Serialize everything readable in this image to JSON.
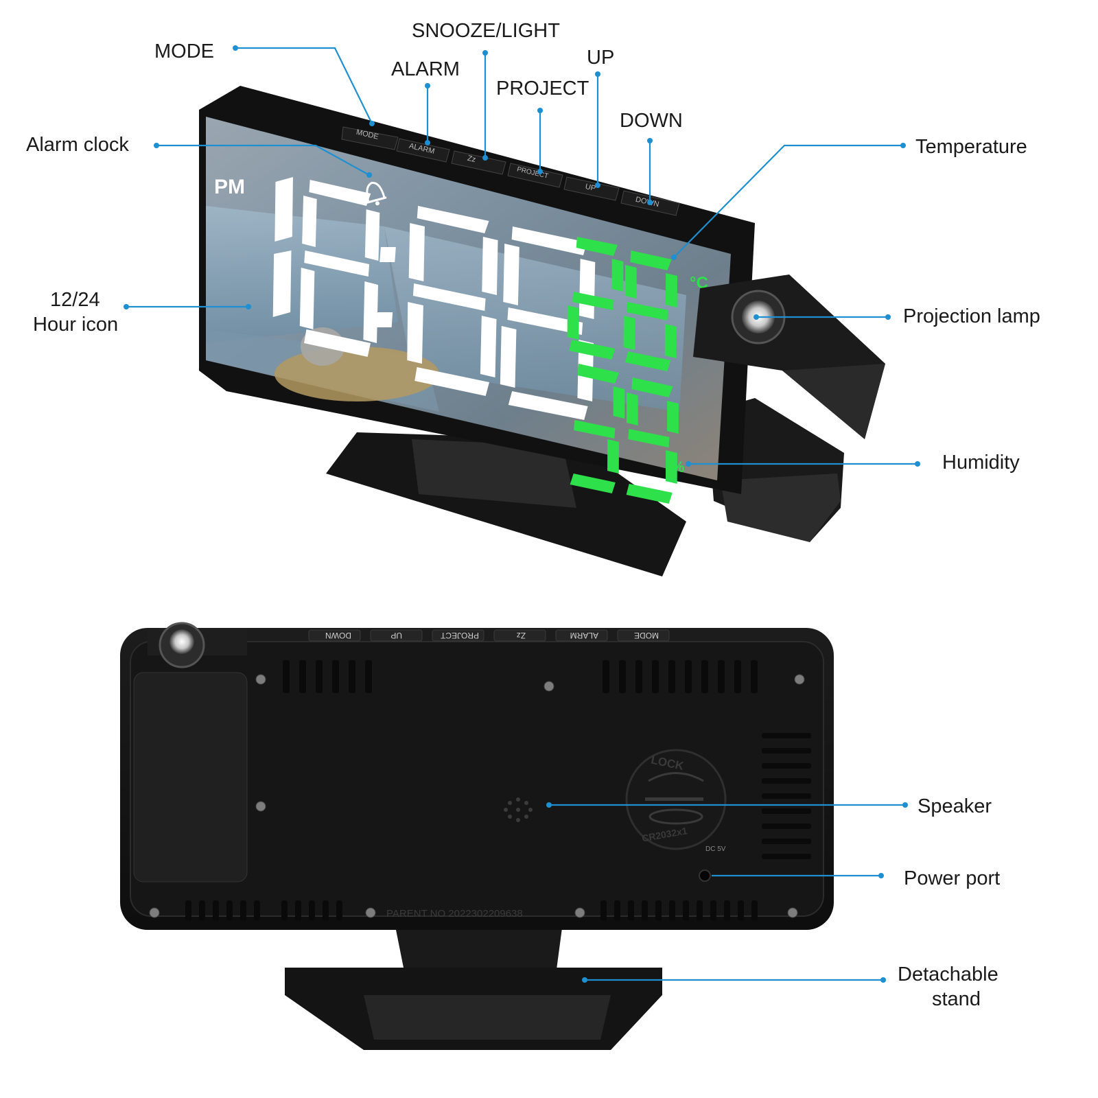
{
  "callouts": {
    "mode": "MODE",
    "snooze_light": "SNOOZE/LIGHT",
    "alarm": "ALARM",
    "up": "UP",
    "project": "PROJECT",
    "down": "DOWN",
    "alarm_clock": "Alarm clock",
    "temperature": "Temperature",
    "hour_icon_line1": "12/24",
    "hour_icon_line2": "Hour icon",
    "projection_lamp": "Projection lamp",
    "humidity": "Humidity",
    "speaker": "Speaker",
    "power_port": "Power port",
    "stand_line1": "Detachable",
    "stand_line2": "stand"
  },
  "front_display": {
    "pm_indicator": "PM",
    "button_labels": [
      "MODE",
      "ALARM",
      "Zz",
      "PROJECT",
      "UP",
      "DOWN"
    ],
    "temp_unit": "°C",
    "humidity_unit": "%",
    "digit_color": "#ffffff",
    "env_color": "#2ee04a"
  },
  "back_panel": {
    "lock_text": "LOCK",
    "battery_text": "CR2032x1",
    "dc_label": "DC 5V",
    "parent_no": "PARENT NO  2022302209638",
    "button_labels": [
      "DOWN",
      "UP",
      "PROJECT",
      "Zz",
      "ALARM",
      "MODE"
    ]
  },
  "colors": {
    "leader": "#1e8fd0",
    "body": "#121212"
  }
}
